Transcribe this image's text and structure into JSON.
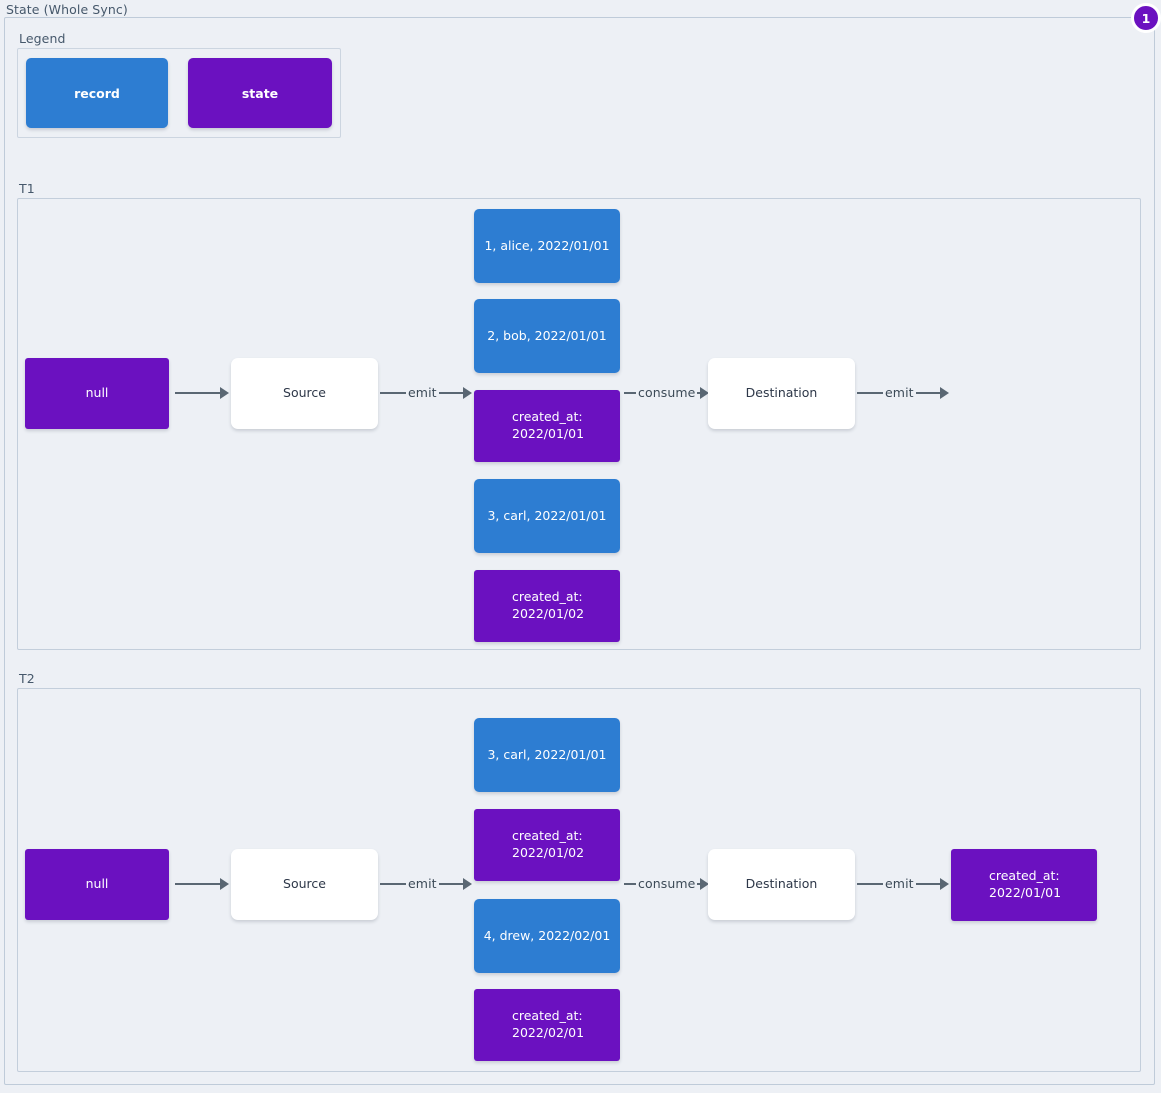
{
  "title": "State (Whole Sync)",
  "badge": {
    "count": "1"
  },
  "colors": {
    "record": "#2d7dd2",
    "state": "#6b11c0",
    "background": "#edf0f5",
    "node_plain": "#ffffff",
    "arrow": "#5a6773",
    "border": "#c3cedb",
    "label_text": "#46586b"
  },
  "legend": {
    "label": "Legend",
    "items": [
      {
        "label": "record",
        "kind": "record"
      },
      {
        "label": "state",
        "kind": "state"
      }
    ]
  },
  "sections": [
    {
      "label": "T1",
      "nodes": {
        "initial_state": "null",
        "source": "Source",
        "destination": "Destination",
        "stream": [
          {
            "kind": "record",
            "text": "1, alice, 2022/01/01"
          },
          {
            "kind": "record",
            "text": "2, bob, 2022/01/01"
          },
          {
            "kind": "state",
            "text": "created_at:\n2022/01/01"
          },
          {
            "kind": "record",
            "text": "3, carl, 2022/01/01"
          },
          {
            "kind": "state",
            "text": "created_at:\n2022/01/02"
          }
        ],
        "final_state": null
      },
      "arrows": [
        {
          "label": ""
        },
        {
          "label": "emit"
        },
        {
          "label": "consume"
        },
        {
          "label": "emit"
        }
      ]
    },
    {
      "label": "T2",
      "nodes": {
        "initial_state": "null",
        "source": "Source",
        "destination": "Destination",
        "stream": [
          {
            "kind": "record",
            "text": "3, carl, 2022/01/01"
          },
          {
            "kind": "state",
            "text": "created_at:\n2022/01/02"
          },
          {
            "kind": "record",
            "text": "4, drew, 2022/02/01"
          },
          {
            "kind": "state",
            "text": "created_at:\n2022/02/01"
          }
        ],
        "final_state": "created_at:\n2022/01/01"
      },
      "arrows": [
        {
          "label": ""
        },
        {
          "label": "emit"
        },
        {
          "label": "consume"
        },
        {
          "label": "emit"
        }
      ]
    }
  ]
}
